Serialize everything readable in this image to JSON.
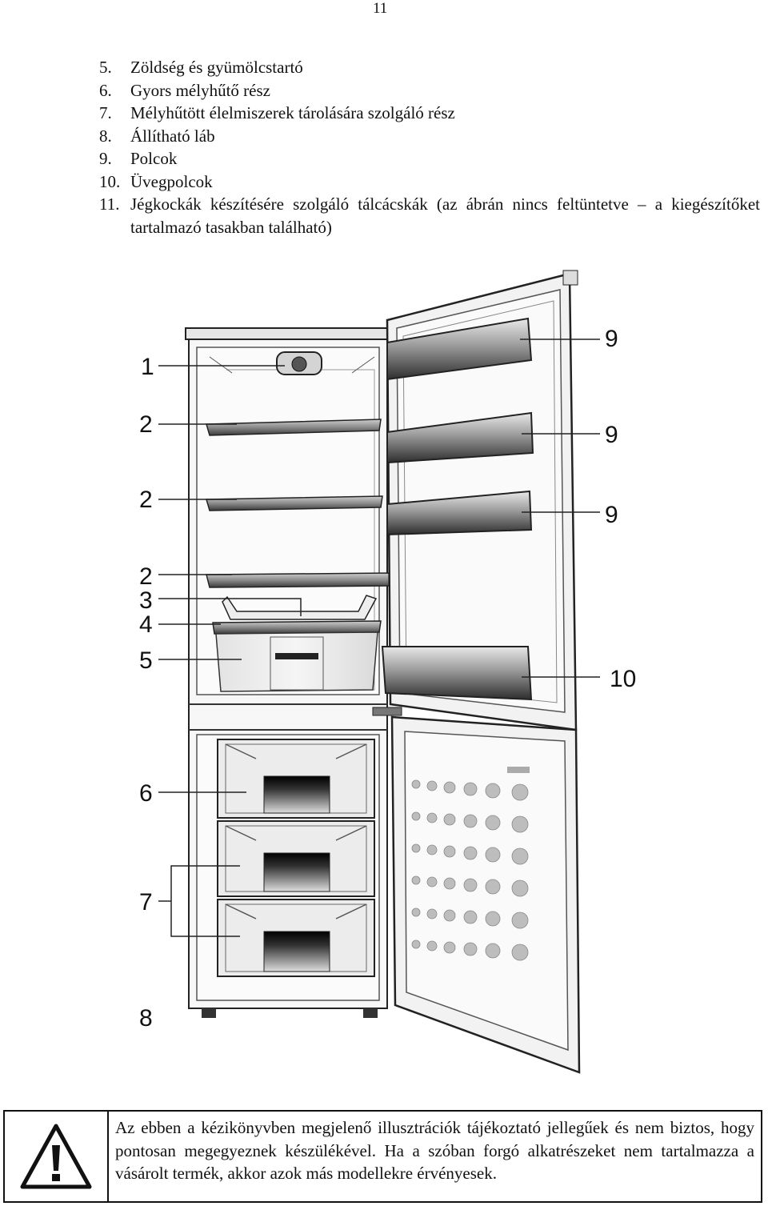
{
  "page_number": "11",
  "legend": [
    {
      "num": "5.",
      "text": "Zöldség és gyümölcstartó"
    },
    {
      "num": "6.",
      "text": "Gyors mélyhűtő rész"
    },
    {
      "num": "7.",
      "text": "Mélyhűtött élelmiszerek tárolására szolgáló rész"
    },
    {
      "num": "8.",
      "text": "Állítható láb"
    },
    {
      "num": "9.",
      "text": "Polcok"
    },
    {
      "num": "10.",
      "text": "Üvegpolcok"
    },
    {
      "num": "11.",
      "text": "Jégkockák készítésére szolgáló tálcácskák (az ábrán nincs feltüntetve – a kiegészítőket tartalmazó tasakban található)"
    }
  ],
  "figure": {
    "callouts": {
      "c1": "1",
      "c2a": "2",
      "c2b": "2",
      "c2c": "2",
      "c3": "3",
      "c4": "4",
      "c5": "5",
      "c6": "6",
      "c7": "7",
      "c8": "8",
      "c9a": "9",
      "c9b": "9",
      "c9c": "9",
      "c10": "10"
    }
  },
  "warning": {
    "icon": "warning-triangle-icon",
    "text": "Az ebben a kézikönyvben megjelenő illusztrációk tájékoztató jellegűek és nem biztos, hogy pontosan megegyeznek készülékével. Ha a szóban forgó alkatrészeket nem tartalmazza a vásárolt termék, akkor azok más modellekre érvényesek."
  }
}
